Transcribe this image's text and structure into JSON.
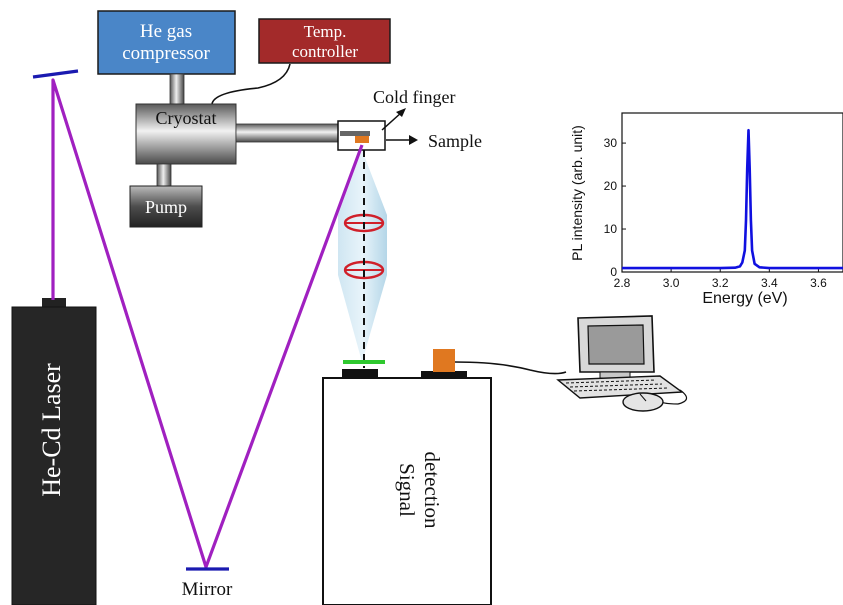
{
  "labels": {
    "he_gas_compressor": [
      "He gas",
      "compressor"
    ],
    "temp_controller": [
      "Temp.",
      "controller"
    ],
    "cryostat": "Cryostat",
    "pump": "Pump",
    "cold_finger": "Cold finger",
    "sample": "Sample",
    "laser": "He-Cd Laser",
    "mirror": "Mirror",
    "signal_detection": [
      "Signal",
      "detection"
    ]
  },
  "colors": {
    "compressor_fill": "#4a86c8",
    "controller_fill": "#a32a2a",
    "laser_beam": "#a020c0",
    "mirror": "#1a1ab0",
    "lens_outline": "#d0202a",
    "filter": "#2ec82e",
    "detector_port": "#e07820",
    "spectrum_line": "#1010e0"
  },
  "icons": [
    "computer-icon",
    "keyboard-icon",
    "mouse-icon"
  ],
  "chart_data": {
    "type": "line",
    "title": "",
    "xlabel": "Energy (eV)",
    "ylabel": "PL intensity (arb. unit)",
    "xlim": [
      2.8,
      3.7
    ],
    "ylim": [
      0,
      37
    ],
    "xticks": [
      "2.8",
      "3.0",
      "3.2",
      "3.4",
      "3.6"
    ],
    "yticks": [
      "0",
      "10",
      "20",
      "30"
    ],
    "grid": false,
    "series": [
      {
        "x": [
          2.8,
          3.0,
          3.2,
          3.26,
          3.28,
          3.29,
          3.3,
          3.305,
          3.31,
          3.315,
          3.32,
          3.325,
          3.33,
          3.34,
          3.36,
          3.4,
          3.5,
          3.6,
          3.7
        ],
        "y": [
          0.9,
          0.9,
          0.9,
          1.0,
          1.3,
          2.2,
          5.0,
          12.0,
          24.0,
          33.0,
          24.0,
          12.0,
          5.0,
          1.9,
          1.1,
          0.9,
          0.9,
          0.9,
          0.9
        ]
      }
    ]
  }
}
